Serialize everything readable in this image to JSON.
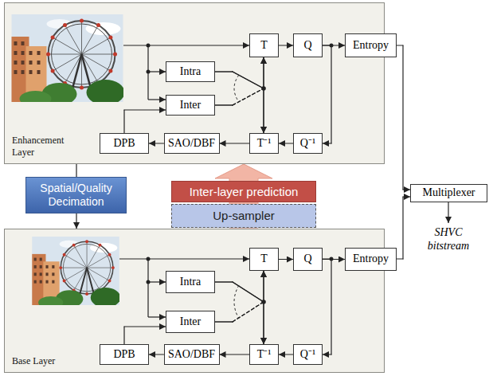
{
  "diagram": {
    "nodes": [
      {
        "text": [
          "Enhancement Layer"
        ]
      },
      {
        "text": [
          "T"
        ],
        "in": 0
      },
      {
        "text": [
          "Q"
        ],
        "in": 0
      },
      {
        "text": [
          "Entropy"
        ],
        "in": 0
      },
      {
        "text": [
          "Intra"
        ],
        "in": 0
      },
      {
        "text": [
          "Inter"
        ],
        "in": 0
      },
      {
        "text": [
          "DPB"
        ],
        "in": 0
      },
      {
        "text": [
          "SAO/DBF"
        ],
        "in": 0
      },
      {
        "text": [
          "T⁻¹"
        ],
        "in": 0
      },
      {
        "text": [
          "Q⁻¹"
        ],
        "in": 0
      },
      {
        "text": [
          "Spatial/Quality Decimation"
        ]
      },
      {
        "text": [
          "Inter-layer prediction"
        ]
      },
      {
        "text": [
          "Up-sampler"
        ]
      },
      {
        "text": [
          "Multiplexer"
        ]
      },
      {
        "text": [
          "Base Layer"
        ]
      },
      {
        "text": [
          "T"
        ],
        "in": 14
      },
      {
        "text": [
          "Q"
        ],
        "in": 14
      },
      {
        "text": [
          "Entropy"
        ],
        "in": 14
      },
      {
        "text": [
          "Intra"
        ],
        "in": 14
      },
      {
        "text": [
          "Inter"
        ],
        "in": 14
      },
      {
        "text": [
          "DPB"
        ],
        "in": 14
      },
      {
        "text": [
          "SAO/DBF"
        ],
        "in": 14
      },
      {
        "text": [
          "T⁻¹"
        ],
        "in": 14
      },
      {
        "text": [
          "Q⁻¹"
        ],
        "in": 14
      }
    ],
    "edges": [
      {
        "from": 1,
        "to": 2,
        "arrow": "to"
      },
      {
        "from": 2,
        "to": 3,
        "arrow": "to"
      },
      {
        "from": 2,
        "to": 9,
        "arrow": "to"
      },
      {
        "from": 9,
        "to": 8,
        "arrow": "to"
      },
      {
        "from": 8,
        "to": 7,
        "arrow": "to"
      },
      {
        "from": 7,
        "to": 6,
        "arrow": "to"
      },
      {
        "from": 6,
        "to": 5,
        "arrow": "to"
      },
      {
        "from": 4,
        "to": 1,
        "arrow": "to"
      },
      {
        "from": 4,
        "to": 8,
        "arrow": "to"
      },
      {
        "from": 5,
        "to": 1,
        "arrow": "to"
      },
      {
        "from": 5,
        "to": 8,
        "arrow": "to"
      },
      {
        "from": 3,
        "to": 13,
        "arrow": "to"
      },
      {
        "from": 15,
        "to": 16,
        "arrow": "to"
      },
      {
        "from": 16,
        "to": 17,
        "arrow": "to"
      },
      {
        "from": 16,
        "to": 23,
        "arrow": "to"
      },
      {
        "from": 23,
        "to": 22,
        "arrow": "to"
      },
      {
        "from": 22,
        "to": 21,
        "arrow": "to"
      },
      {
        "from": 21,
        "to": 20,
        "arrow": "to"
      },
      {
        "from": 20,
        "to": 19,
        "arrow": "to"
      },
      {
        "from": 18,
        "to": 15,
        "arrow": "to"
      },
      {
        "from": 18,
        "to": 22,
        "arrow": "to"
      },
      {
        "from": 19,
        "to": 15,
        "arrow": "to"
      },
      {
        "from": 19,
        "to": 22,
        "arrow": "to"
      },
      {
        "from": 17,
        "to": 13,
        "arrow": "to"
      },
      {
        "from": 12,
        "to": 0,
        "arrow": "to"
      },
      {
        "from": 0,
        "to": 10,
        "arrow": "none"
      },
      {
        "from": 10,
        "to": 14,
        "arrow": "to"
      }
    ],
    "labels": [
      "SHVC bitstream"
    ]
  }
}
